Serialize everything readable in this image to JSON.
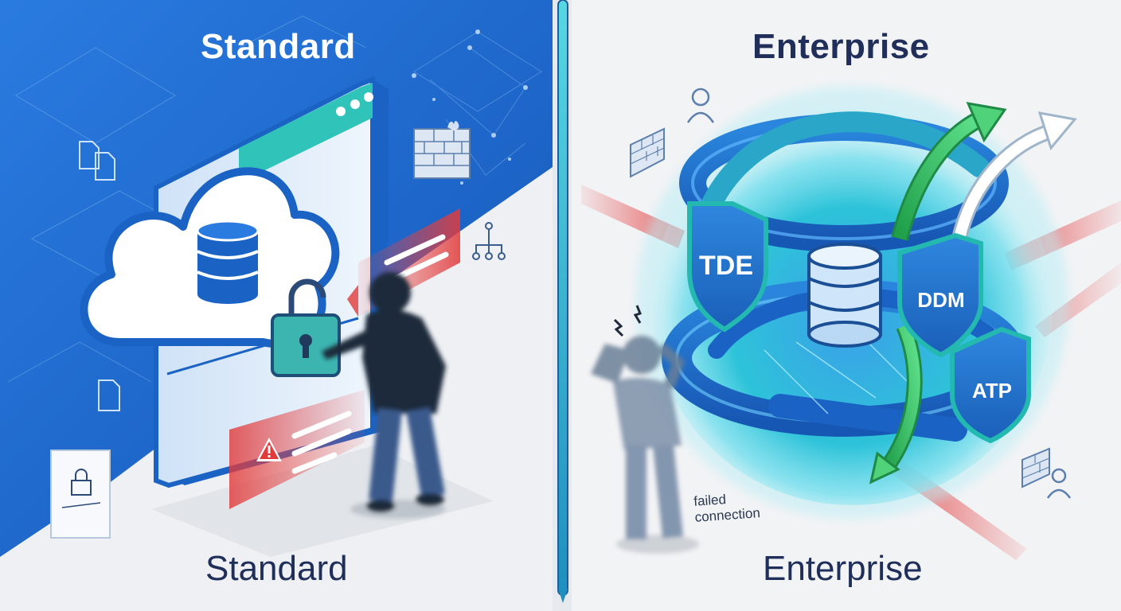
{
  "panels": {
    "standard": {
      "top_title": "Standard",
      "bottom_title": "Standard"
    },
    "enterprise": {
      "top_title": "Enterprise",
      "bottom_title": "Enterprise",
      "shields": [
        {
          "label": "TDE"
        },
        {
          "label": "DDM"
        },
        {
          "label": "ATP"
        }
      ],
      "failed_label_line1": "failed",
      "failed_label_line2": "connection"
    }
  },
  "colors": {
    "standard_blue": "#1f6fd0",
    "enterprise_teal": "#2fc6c0",
    "threat_red": "#e23a3a",
    "success_green": "#3fcf6a",
    "navy_text": "#1f2f5a",
    "divider_teal": "#29b5c9"
  }
}
